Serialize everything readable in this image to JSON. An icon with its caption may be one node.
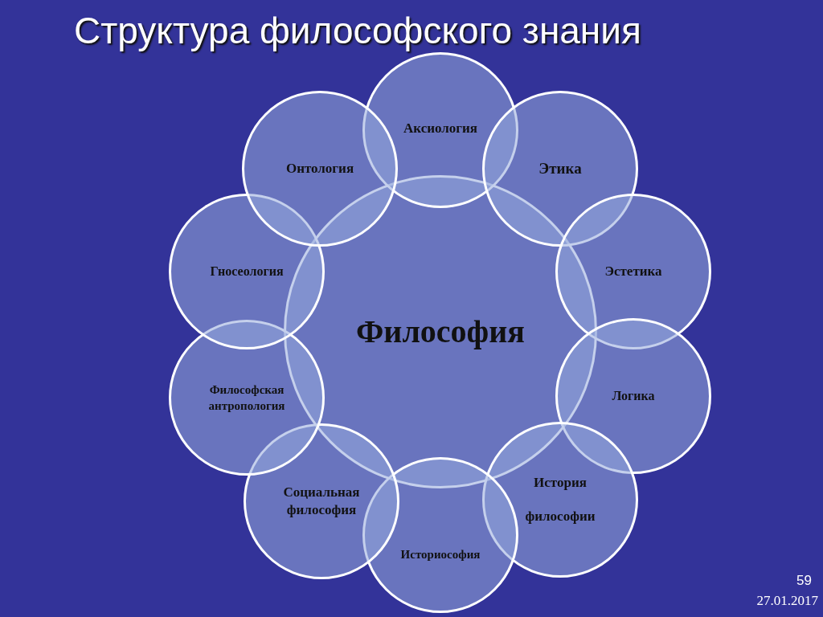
{
  "diagram": {
    "title": "Структура философского знания",
    "nodes": [
      {
        "text": [
          "Философия"
        ]
      },
      {
        "text": [
          "Аксиология"
        ]
      },
      {
        "text": [
          "Этика"
        ]
      },
      {
        "text": [
          "Эстетика"
        ]
      },
      {
        "text": [
          "Логика"
        ]
      },
      {
        "text": [
          "История философии"
        ]
      },
      {
        "text": [
          "Историософия"
        ]
      },
      {
        "text": [
          "Социальная философия"
        ]
      },
      {
        "text": [
          "Философская антропология"
        ]
      },
      {
        "text": [
          "Гносеология"
        ]
      },
      {
        "text": [
          "Онтология"
        ]
      }
    ],
    "labels": [
      "59",
      "27.01.2017"
    ]
  }
}
